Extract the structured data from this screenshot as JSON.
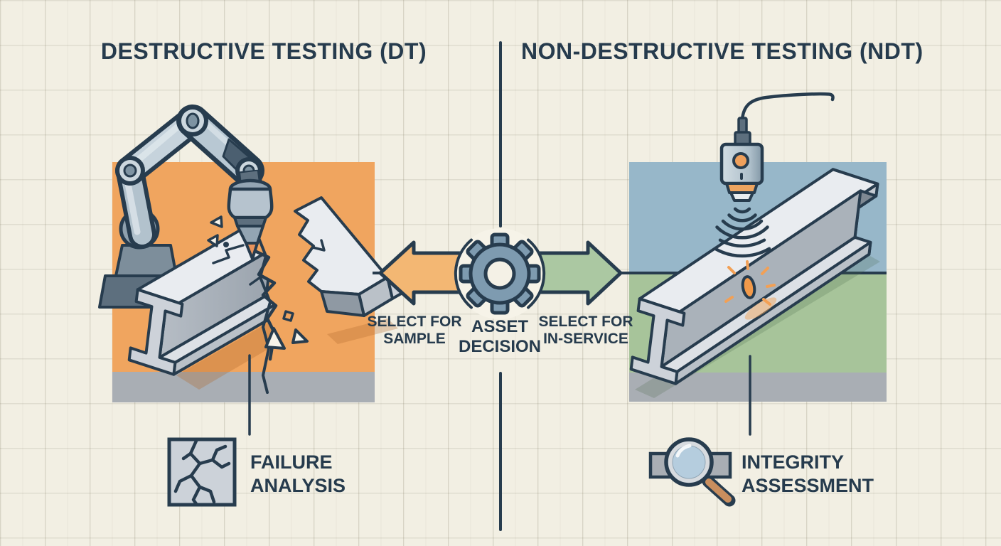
{
  "titles": {
    "left": "DESTRUCTIVE TESTING (DT)",
    "right": "NON-DESTRUCTIVE TESTING (NDT)"
  },
  "center": {
    "left_arrow_label": {
      "line1": "SELECT FOR",
      "line2": "SAMPLE"
    },
    "hub_label": {
      "line1": "ASSET",
      "line2": "DECISION"
    },
    "right_arrow_label": {
      "line1": "SELECT FOR",
      "line2": "IN-SERVICE"
    }
  },
  "callouts": {
    "left": {
      "line1": "FAILURE",
      "line2": "ANALYSIS"
    },
    "right": {
      "line1": "INTEGRITY",
      "line2": "ASSESSMENT"
    }
  },
  "icons": {
    "gear": "gear-icon",
    "crack_square": "cracked-sample-icon",
    "magnifier": "magnifying-glass-icon",
    "robot": "robot-arm-breaking-beam",
    "probe": "ultrasonic-probe-scanning-beam"
  },
  "colors": {
    "background": "#f2efe3",
    "ink": "#273c4e",
    "panel_orange": "#f0a55f",
    "panel_blue": "#97b7c9",
    "panel_green": "#a7c49a",
    "floor_gray": "#a9aeb4",
    "arrow_orange": "#f3b773",
    "arrow_green": "#abc8a2",
    "gear_blue": "#7e9bb0",
    "defect_orange": "#f29a4a"
  }
}
